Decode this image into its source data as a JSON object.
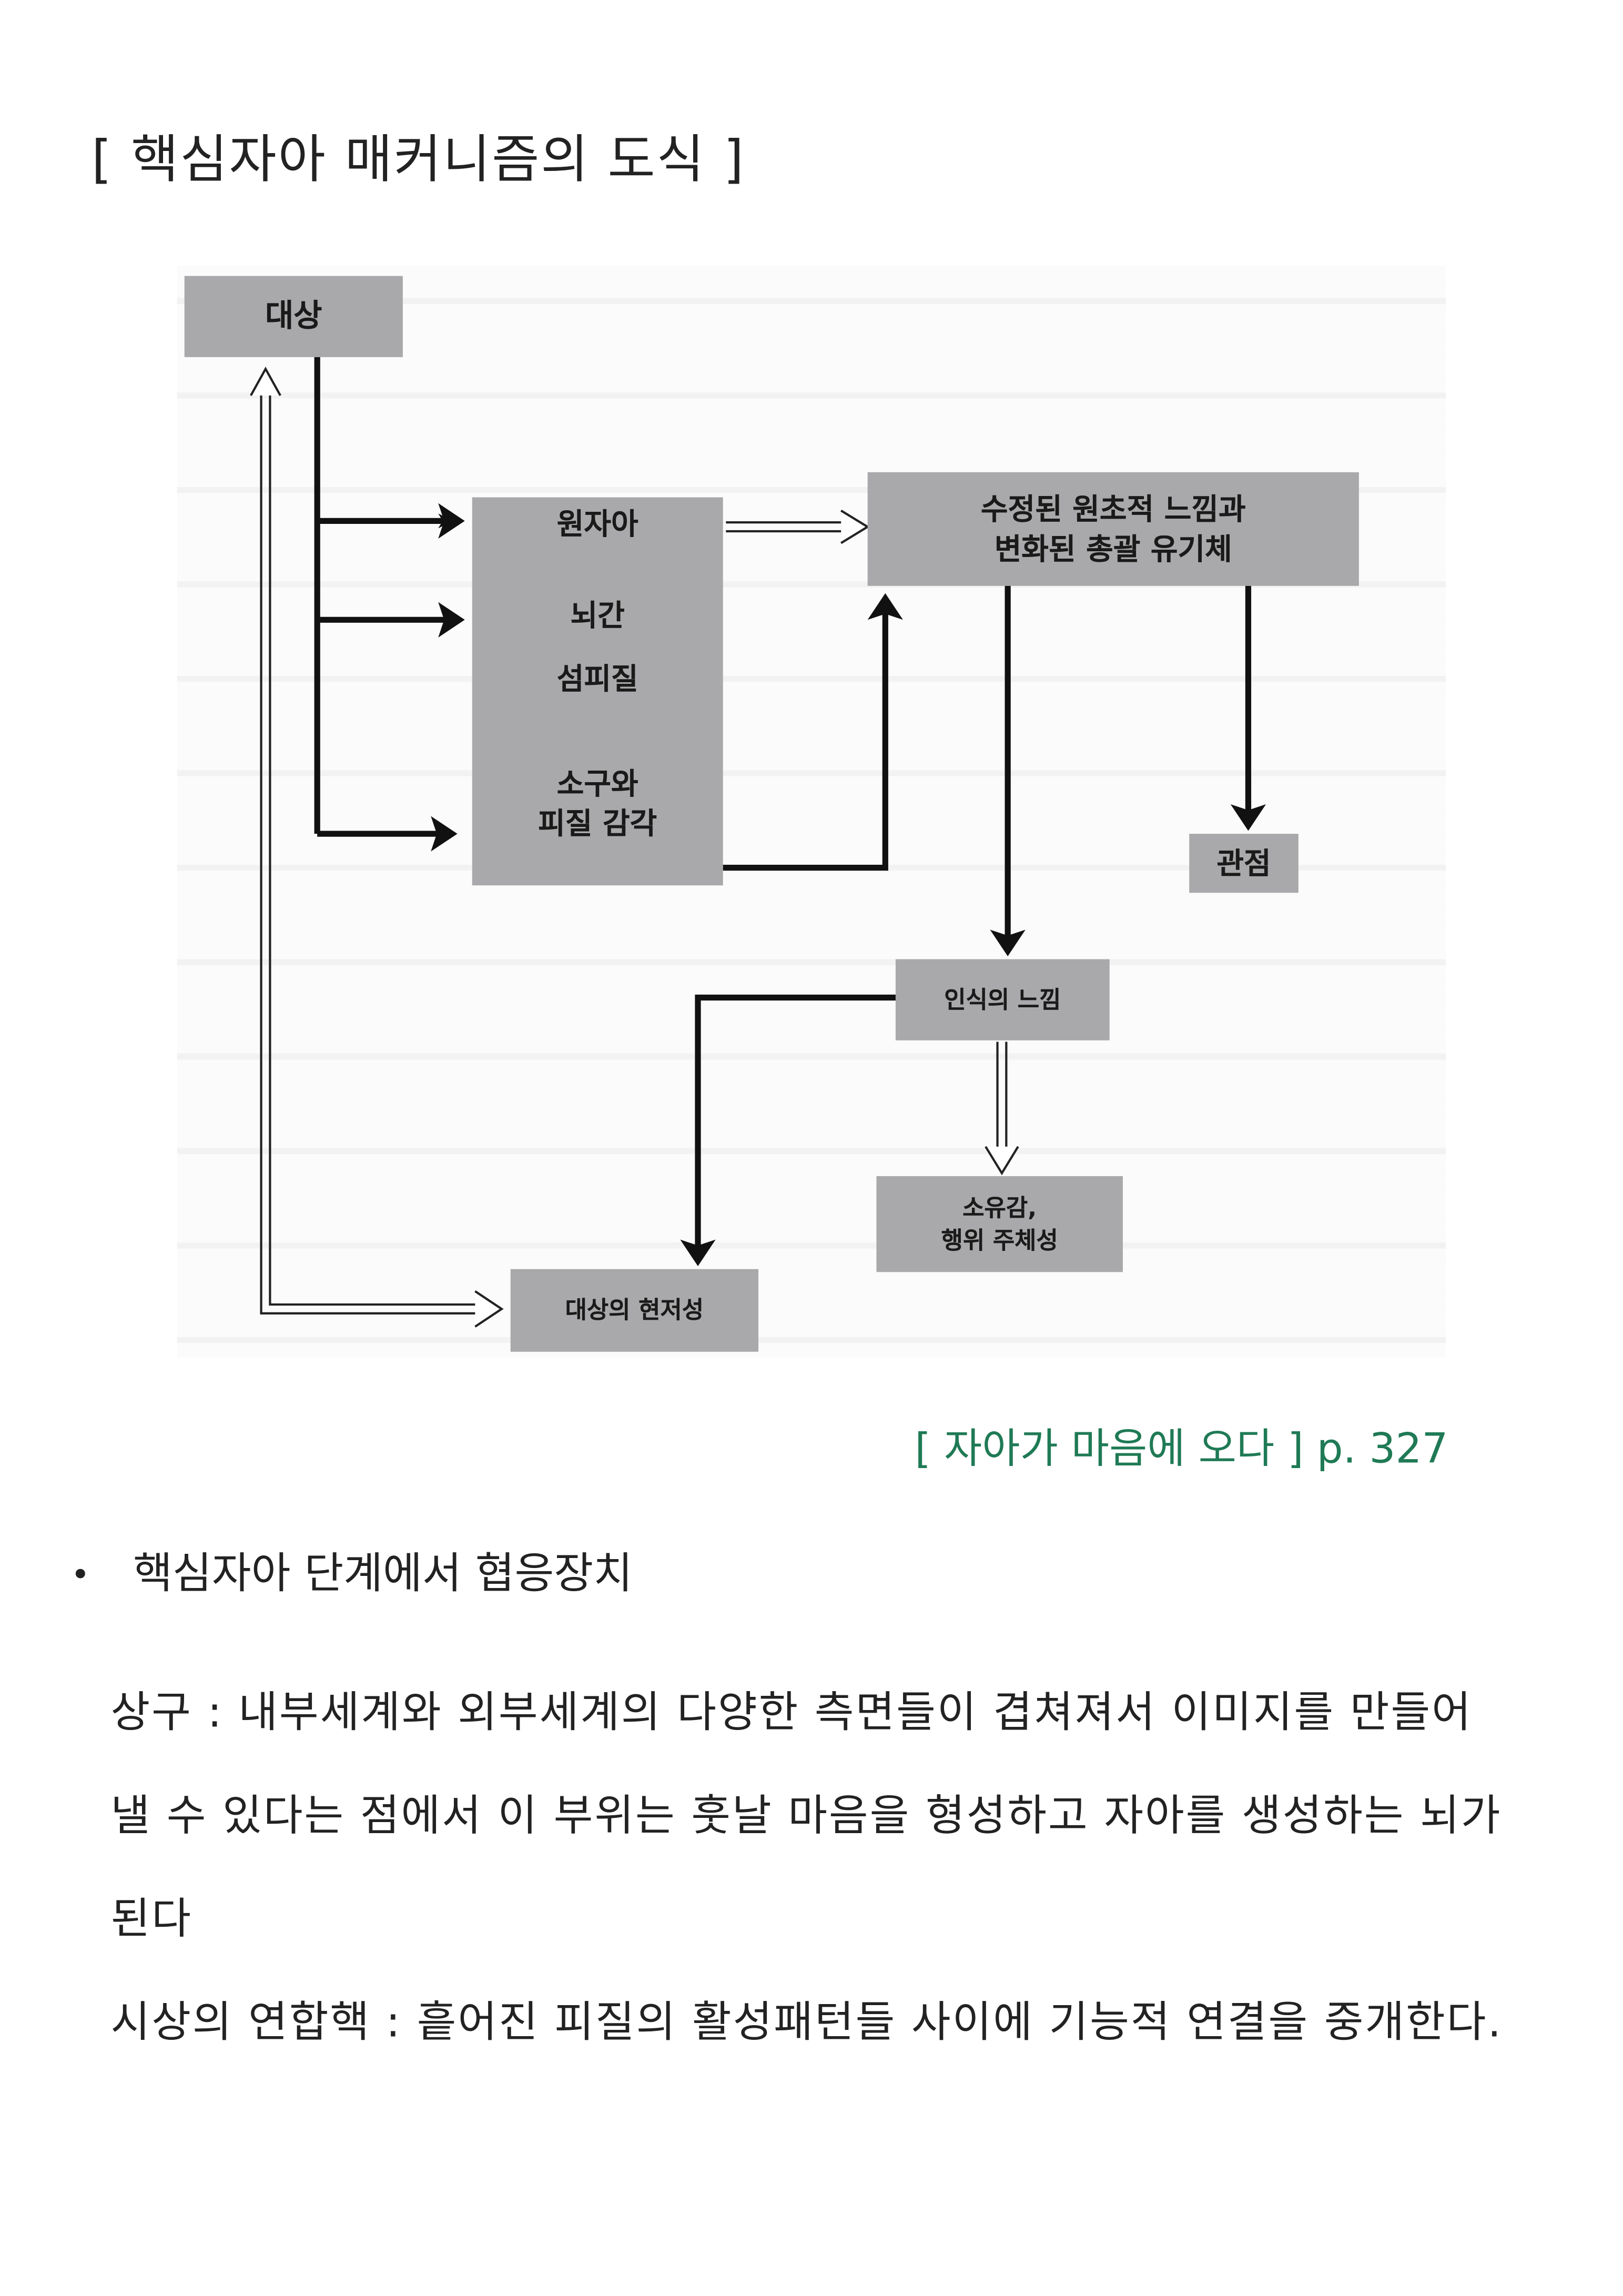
{
  "title": "[ 핵심자아 매커니즘의 도식  ]",
  "diagram": {
    "object": "대상",
    "column": {
      "proto_self": "원자아",
      "brainstem": "뇌간",
      "insula": "섬피질",
      "sensory_line1": "소구와",
      "sensory_line2": "피질 감각"
    },
    "modified": {
      "line1": "수정된 원초적 느낌과",
      "line2": "변화된 총괄 유기체"
    },
    "perspective": "관점",
    "feeling_of_knowing": "인식의 느낌",
    "ownership": {
      "line1": "소유감,",
      "line2": "행위 주체성"
    },
    "salience": "대상의 현저성"
  },
  "caption": "[ 자아가 마음에 오다 ] p.  327",
  "bullet": "핵심자아 단계에서 협응장치",
  "paragraphs": [
    "상구 :  내부세계와 외부세계의 다양한 측면들이 겹쳐져서 이미지를 만들어",
    "낼 수 있다는 점에서 이 부위는 훗날 마음을 형성하고 자아를 생성하는 뇌가",
    "된다",
    "시상의 연합핵 :  흩어진 피질의 활성패턴들 사이에 기능적 연결을 중개한다."
  ]
}
